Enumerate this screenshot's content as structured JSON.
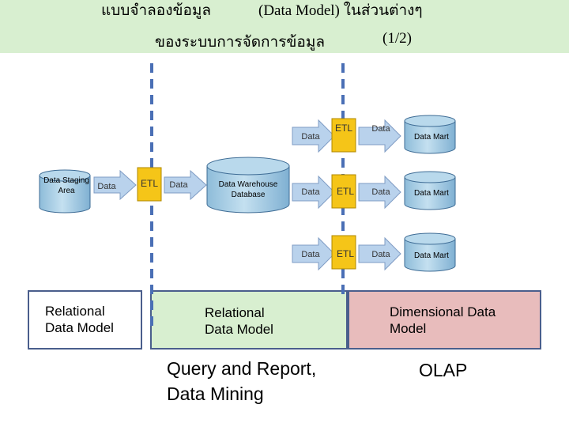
{
  "header": {
    "title_left": "แบบจำลองข้อมูล",
    "title_right": "(Data Model) ในส่วนต่างๆ",
    "subtitle": "ของระบบการจัดการข้อมูล",
    "page_indicator": "(1/2)"
  },
  "diagram": {
    "staging": "Data Staging\nArea",
    "data_label": "Data",
    "etl_label": "ETL",
    "warehouse": "Data Warehouse\nDatabase",
    "data_mart": "Data Mart"
  },
  "sections": {
    "left": "Relational\nData Model",
    "middle": "Relational\nData Model",
    "right": "Dimensional Data\nModel"
  },
  "bottom": {
    "middle": "Query and Report,\nData Mining",
    "right": "OLAP"
  },
  "colors": {
    "header_bg": "#d8efd0",
    "etl_fill": "#f5c518",
    "cylinder_fill": "#a9cfe6",
    "arrow_fill": "#b9d2ec",
    "middle_box": "#d8efd0",
    "right_box": "#e8bcbc",
    "dashed_line": "#4a6fb5"
  }
}
